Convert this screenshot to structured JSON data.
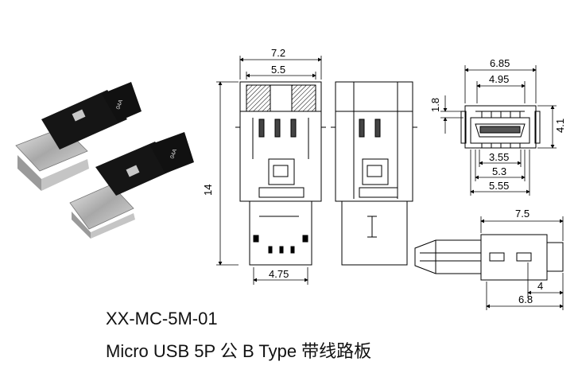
{
  "part_number": "XX-MC-5M-01",
  "description": "Micro USB 5P 公 B Type 带线路板",
  "front_view": {
    "top_outer": "7.2",
    "top_inner": "5.5",
    "height": "14",
    "bottom_width": "4.75"
  },
  "end_view": {
    "outer_width": "6.85",
    "inner_width": "4.95",
    "left_height": "1.8",
    "right_height": "4.1",
    "bottom_1": "3.55",
    "bottom_2": "5.3",
    "bottom_3": "5.55"
  },
  "side_view": {
    "length": "7.5",
    "small": "4",
    "bottom": "6.8"
  },
  "pcb_marking": "04A",
  "colors": {
    "ink": "#000000",
    "pcb": "#111111",
    "metal": "#b9b9b9"
  }
}
